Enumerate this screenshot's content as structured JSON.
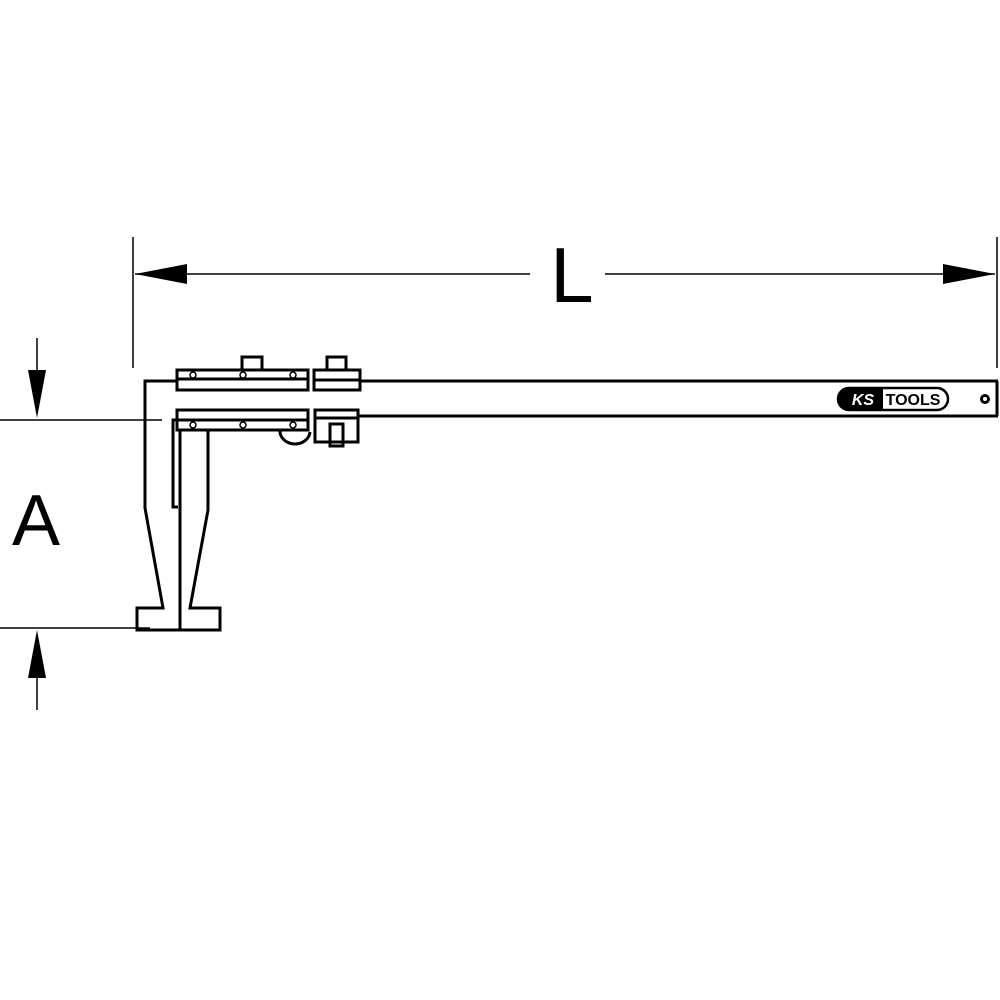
{
  "dimensions": {
    "length_label": "L",
    "height_label": "A"
  },
  "logo": {
    "text_ks": "KS",
    "text_tools": "TOOLS"
  },
  "colors": {
    "line": "#000000",
    "background": "#ffffff"
  }
}
